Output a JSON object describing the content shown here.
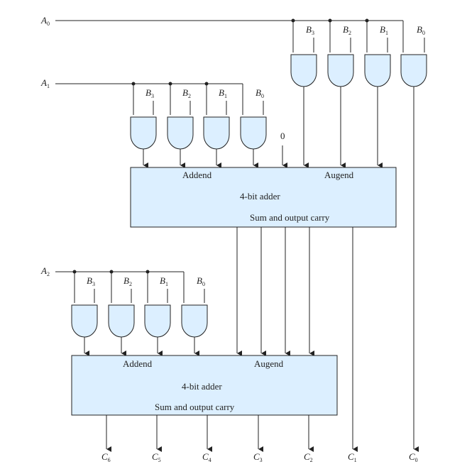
{
  "inputs": {
    "a0": {
      "base": "A",
      "sub": "0"
    },
    "a1": {
      "base": "A",
      "sub": "1"
    },
    "a2": {
      "base": "A",
      "sub": "2"
    }
  },
  "b_labels": [
    {
      "base": "B",
      "sub": "3"
    },
    {
      "base": "B",
      "sub": "2"
    },
    {
      "base": "B",
      "sub": "1"
    },
    {
      "base": "B",
      "sub": "0"
    }
  ],
  "adder_top": {
    "addend": "Addend",
    "augend": "Augend",
    "title": "4-bit adder",
    "sum": "Sum and output carry"
  },
  "adder_bottom": {
    "addend": "Addend",
    "augend": "Augend",
    "title": "4-bit adder",
    "sum": "Sum and output carry"
  },
  "zero_input": "0",
  "outputs": [
    {
      "base": "C",
      "sub": "6"
    },
    {
      "base": "C",
      "sub": "5"
    },
    {
      "base": "C",
      "sub": "4"
    },
    {
      "base": "C",
      "sub": "3"
    },
    {
      "base": "C",
      "sub": "2"
    },
    {
      "base": "C",
      "sub": "1"
    },
    {
      "base": "C",
      "sub": "0"
    }
  ]
}
